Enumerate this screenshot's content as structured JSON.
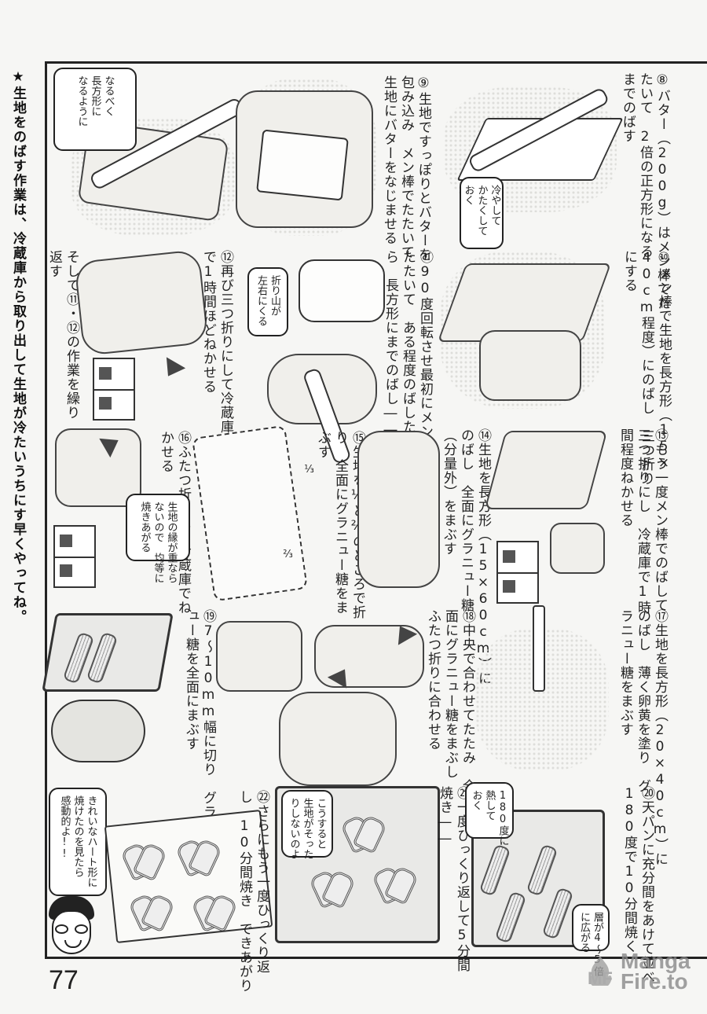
{
  "page": {
    "number": "77",
    "watermark": {
      "line1": "Manga",
      "line2": "Fire.to",
      "mark": "MF"
    }
  },
  "side_note": "★生地をのばす作業は、冷蔵庫から取り出して生地が冷たいうちにす早くやってね。",
  "steps": [
    {
      "id": "8",
      "text": "⑧バター（200g）はメン棒でた\nたいて　2倍の正方形になる\nまでのばす"
    },
    {
      "id": "9",
      "text": "⑨生地ですっぽりとバターを\n包み込み　メン棒でたたいて\n生地にバターをなじませる"
    },
    {
      "id": "10",
      "text": "⑩メン棒で生地を長方形（15×\n40cm程度）にのばし　三つ折り\nにする"
    },
    {
      "id": "11",
      "text": "⑪90度回転させ最初にメン棒で\nたたいて　ある程度のばした\nら　長方形にまでのばし――"
    },
    {
      "id": "12",
      "text": "⑫再び三つ折りにして冷蔵庫\nで1時間ほどねかせる"
    },
    {
      "id": "12b",
      "text": "そして⑪・⑫の作業を繰り\n返す"
    },
    {
      "id": "13",
      "text": "⑬もう一度メン棒でのばして\n三つ折りにし　冷蔵庫で1時\n間程度ねかせる"
    },
    {
      "id": "14",
      "text": "⑭生地を長方形（15×60cm）に\nのばし　全面にグラニュー糖\n（分量外）をまぶす"
    },
    {
      "id": "15",
      "text": "⑮生地を⅓と⅔のところで折\nり　全面にグラニュー糖をま\nぶす"
    },
    {
      "id": "16",
      "text": "⑯ふたつ折りにし冷蔵庫でね\nかせる"
    },
    {
      "id": "17",
      "text": "⑰生地を長方形（20×40cm）に\nのばし　薄く卵黄を塗り　グ\nラニュー糖をまぶす"
    },
    {
      "id": "18",
      "text": "⑱中央で合わせてたたみ　全\n面にグラニュー糖をまぶし\nふたつ折りに合わせる"
    },
    {
      "id": "19",
      "text": "⑲7～10mm幅に切り　グラニ\nュー糖を全面にまぶす"
    },
    {
      "id": "20",
      "text": "⑳天パンに充分間をあけて並べ\n180度で10分間焼く"
    },
    {
      "id": "21",
      "text": "㉑一度ひっくり返して5分間\n焼き――"
    },
    {
      "id": "22",
      "text": "㉒さらにもう一度ひっくり返\nし　10分間焼き　できあがり"
    }
  ],
  "bubbles": {
    "long_rect": "なるべく\n長方形に\nなるように",
    "chill": "冷やして\nかたくして\nおく",
    "fold_lr": "折り山が\n左右にくる",
    "even_bake": "生地の縁が重なら\nないので　均等に\n焼きあがる",
    "preheat": "180度に\n熱して\nおく",
    "no_warp": "こうすると\n生地がそった\nりしないのよ",
    "layers": "層が4～5倍\nに広がる",
    "moved": "きれいなハート形に\n焼けたのを見たら\n感動的よ!!"
  },
  "fraction_labels": {
    "third": "⅓",
    "two_thirds": "⅔"
  }
}
